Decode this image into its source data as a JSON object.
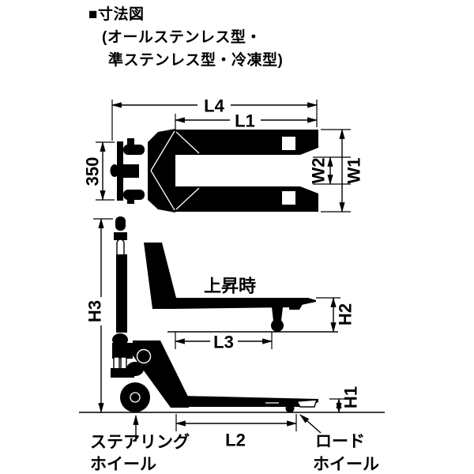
{
  "title": {
    "heading": "■寸法図",
    "subtitle_line1": "(オールステンレス型・",
    "subtitle_line2": "準ステンレス型・冷凍型)"
  },
  "dimensions": {
    "L4": "L4",
    "L1": "L1",
    "W1": "W1",
    "W2": "W2",
    "offset_350": "350",
    "H3": "H3",
    "H2": "H2",
    "H1": "H1",
    "L3": "L3",
    "L2": "L2"
  },
  "annotations": {
    "raised_state": "上昇時",
    "steering_wheel_line1": "ステアリング",
    "steering_wheel_line2": "ホイール",
    "load_wheel_line1": "ロード",
    "load_wheel_line2": "ホイール"
  },
  "colors": {
    "ink": "#000000",
    "background": "#ffffff"
  }
}
